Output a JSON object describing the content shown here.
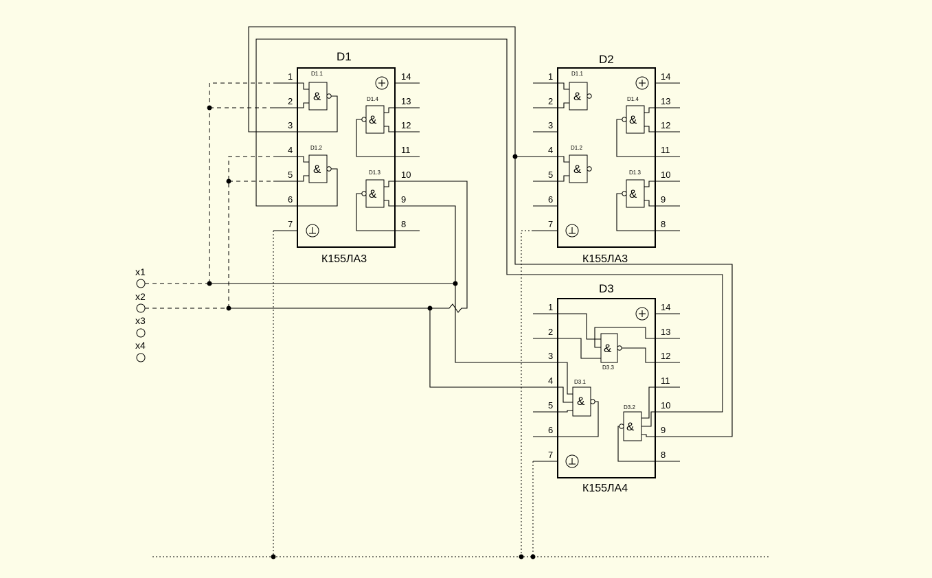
{
  "chips": [
    {
      "id": "D1",
      "title": "D1",
      "name": "К155ЛА3",
      "gates": [
        "D1.1",
        "D1.2",
        "D1.3",
        "D1.4"
      ]
    },
    {
      "id": "D2",
      "title": "D2",
      "name": "К155ЛА3",
      "gates": [
        "D1.1",
        "D1.2",
        "D1.3",
        "D1.4"
      ]
    },
    {
      "id": "D3",
      "title": "D3",
      "name": "К155ЛА4",
      "gates": [
        "D3.1",
        "D3.2",
        "D3.3"
      ]
    }
  ],
  "pins": [
    "1",
    "2",
    "3",
    "4",
    "5",
    "6",
    "7",
    "8",
    "9",
    "10",
    "11",
    "12",
    "13",
    "14"
  ],
  "gate_symbol": "&",
  "inputs": [
    "x1",
    "x2",
    "x3",
    "x4"
  ],
  "icons": {
    "power": "plus-circle-icon",
    "ground": "ground-circle-icon"
  },
  "colors": {
    "background": "#fdfde8",
    "line": "#000000"
  }
}
